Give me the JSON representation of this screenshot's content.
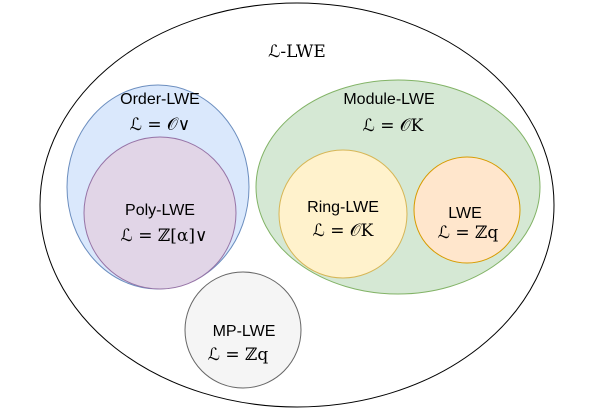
{
  "diagram": {
    "outer": {
      "name": "ℒ-LWE"
    },
    "order_lwe": {
      "name": "Order-LWE",
      "formula": "ℒ = 𝒪∨"
    },
    "poly_lwe": {
      "name": "Poly-LWE",
      "formula": "ℒ = ℤ[α]∨"
    },
    "module_lwe": {
      "name": "Module-LWE",
      "formula": "ℒ = 𝒪K"
    },
    "ring_lwe": {
      "name": "Ring-LWE",
      "formula": "ℒ = 𝒪K"
    },
    "lwe": {
      "name": "LWE",
      "formula": "ℒ = ℤq"
    },
    "mp_lwe": {
      "name": "MP-LWE",
      "formula": "ℒ = ℤq"
    },
    "colors": {
      "outer_fill": "#ffffff",
      "order_fill": "#dae8fc",
      "order_stroke": "#6c8ebf",
      "poly_fill": "#e1d5e7",
      "poly_stroke": "#9673a6",
      "module_fill": "#d5e8d4",
      "module_stroke": "#82b366",
      "ring_fill": "#fff2cc",
      "ring_stroke": "#d6b656",
      "lwe_fill": "#ffe6cc",
      "lwe_stroke": "#d79b00",
      "mp_fill": "#f5f5f5",
      "mp_stroke": "#666666"
    }
  }
}
